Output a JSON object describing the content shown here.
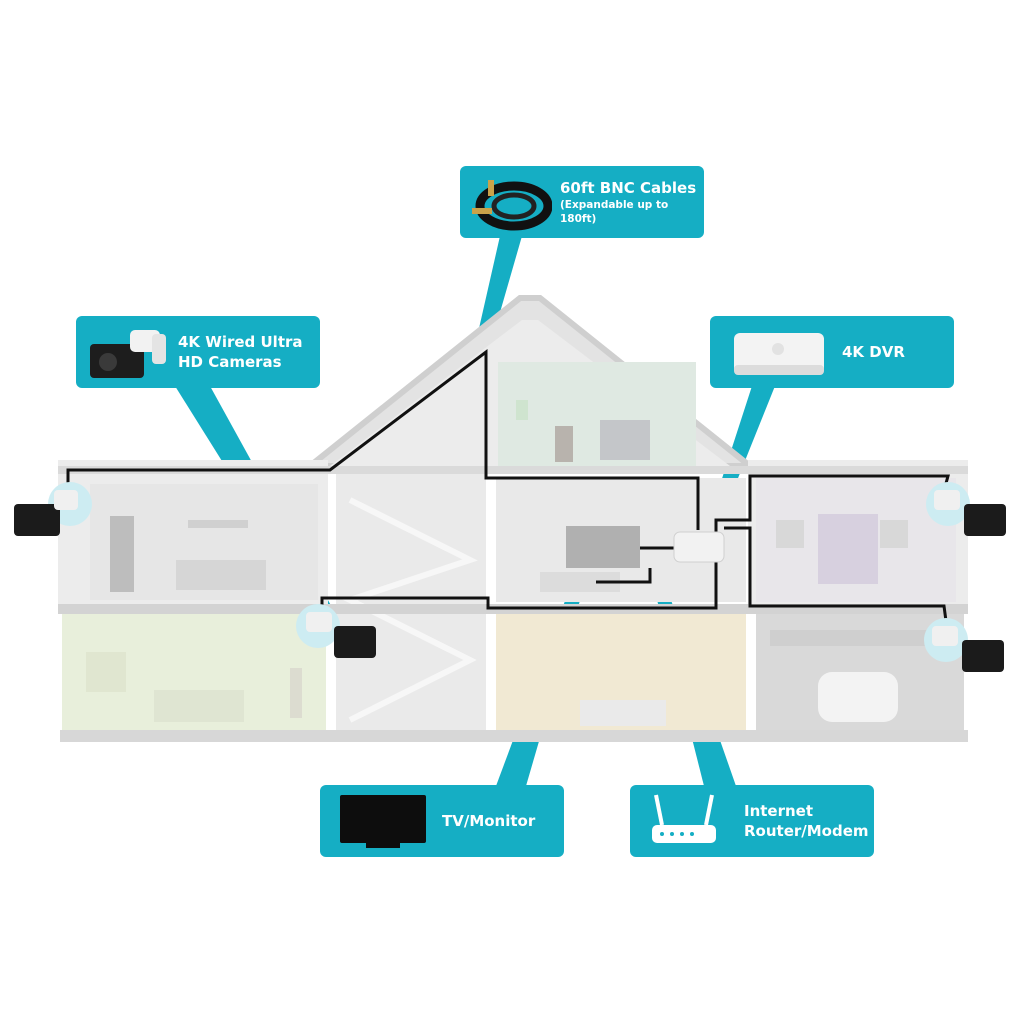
{
  "labels": {
    "cables": {
      "title": "60ft BNC Cables",
      "subtitle": "(Expandable up to 180ft)"
    },
    "cameras": {
      "line1": "4K Wired Ultra",
      "line2": "HD Cameras"
    },
    "dvr": {
      "title": "4K DVR"
    },
    "tv": {
      "title": "TV/Monitor"
    },
    "router": {
      "line1": "Internet",
      "line2": "Router/Modem"
    }
  },
  "colors": {
    "accent": "#15aec4",
    "cable": "#111111",
    "house_outline": "#c9c9c9",
    "room_fill": "#e7e7e7"
  },
  "icons": [
    "bnc-cable-icon",
    "bullet-camera-icon",
    "dvr-icon",
    "tv-icon",
    "router-icon"
  ]
}
